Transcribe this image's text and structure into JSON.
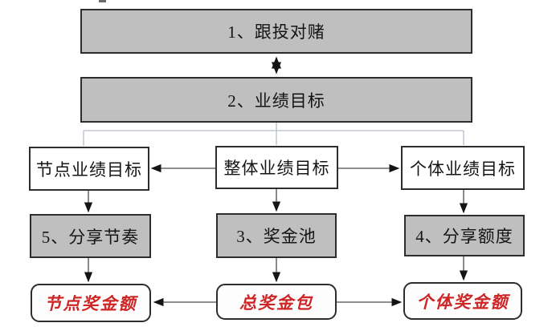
{
  "diagram": {
    "background": "#ffffff",
    "palette": {
      "box_fill_gray": "#bfbfbf",
      "box_fill_white": "#ffffff",
      "box_border": "#2d2d2d",
      "text_black": "#141414",
      "text_red": "#ce2525",
      "connector_light": "#b4bec8",
      "connector_dark": "#4a4a4a",
      "arrowhead": "#141414"
    },
    "nodes": {
      "invest_bet": {
        "label": "1、跟投对赌",
        "shape": "rect",
        "fill": "gray"
      },
      "performance_target": {
        "label": "2、业绩目标",
        "shape": "rect",
        "fill": "gray"
      },
      "node_target": {
        "label": "节点业绩目标",
        "shape": "rect",
        "fill": "white"
      },
      "overall_target": {
        "label": "整体业绩目标",
        "shape": "rect",
        "fill": "white"
      },
      "individual_target": {
        "label": "个体业绩目标",
        "shape": "rect",
        "fill": "white"
      },
      "sharing_rhythm": {
        "label": "5、分享节奏",
        "shape": "rect",
        "fill": "gray"
      },
      "bonus_pool": {
        "label": "3、奖金池",
        "shape": "rect",
        "fill": "gray"
      },
      "sharing_quota": {
        "label": "4、分享额度",
        "shape": "rect",
        "fill": "gray"
      },
      "node_bonus": {
        "label": "节点奖金额",
        "shape": "rounded",
        "fill": "white",
        "text_color": "red"
      },
      "total_bonus": {
        "label": "总奖金包",
        "shape": "rounded",
        "fill": "white",
        "text_color": "red"
      },
      "individual_bonus": {
        "label": "个体奖金额",
        "shape": "rounded",
        "fill": "white",
        "text_color": "red"
      }
    },
    "edges": [
      {
        "from": "invest_bet",
        "to": "performance_target",
        "style": "double-arrow"
      },
      {
        "from": "performance_target",
        "to": "node_target",
        "style": "light-line"
      },
      {
        "from": "performance_target",
        "to": "overall_target",
        "style": "light-line"
      },
      {
        "from": "performance_target",
        "to": "individual_target",
        "style": "light-line"
      },
      {
        "from": "overall_target",
        "to": "node_target",
        "style": "arrow"
      },
      {
        "from": "overall_target",
        "to": "individual_target",
        "style": "arrow"
      },
      {
        "from": "node_target",
        "to": "sharing_rhythm",
        "style": "arrow"
      },
      {
        "from": "overall_target",
        "to": "bonus_pool",
        "style": "arrow"
      },
      {
        "from": "individual_target",
        "to": "sharing_quota",
        "style": "arrow"
      },
      {
        "from": "sharing_rhythm",
        "to": "node_bonus",
        "style": "arrow"
      },
      {
        "from": "bonus_pool",
        "to": "total_bonus",
        "style": "arrow"
      },
      {
        "from": "sharing_quota",
        "to": "individual_bonus",
        "style": "arrow"
      },
      {
        "from": "total_bonus",
        "to": "node_bonus",
        "style": "arrow"
      },
      {
        "from": "total_bonus",
        "to": "individual_bonus",
        "style": "arrow"
      }
    ]
  }
}
